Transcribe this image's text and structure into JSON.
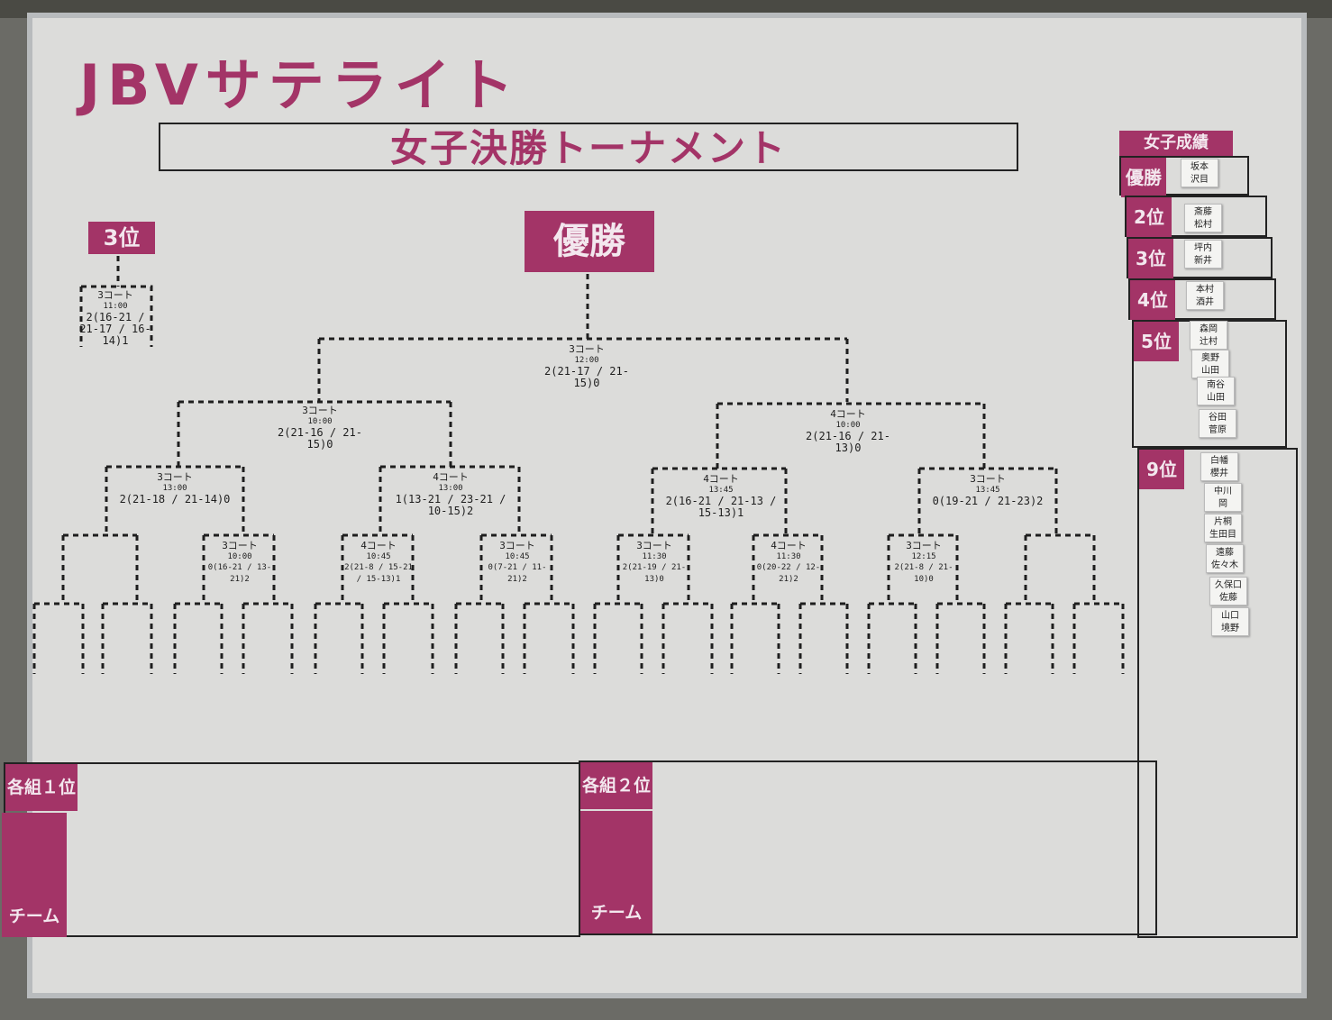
{
  "board": {
    "title": "JBVサテライト",
    "subtitle": "女子決勝トーナメント",
    "champion_label": "優勝",
    "third_place_label": "3位",
    "colors": {
      "accent": "#a33467",
      "board": "#dcdcda",
      "ink": "#1e1e1e"
    }
  },
  "matches": {
    "third_place": {
      "court": "3コート",
      "time": "11:00",
      "score": "2(16-21 / 21-17 / 16-14)1"
    },
    "final": {
      "court": "3コート",
      "time": "12:00",
      "score": "2(21-17 / 21-15)0"
    },
    "semi_left": {
      "court": "3コート",
      "time": "10:00",
      "score": "2(21-16 / 21-15)0"
    },
    "semi_right": {
      "court": "4コート",
      "time": "10:00",
      "score": "2(21-16 / 21-13)0"
    },
    "qf_1": {
      "court": "3コート",
      "time": "13:00",
      "score": "2(21-18 / 21-14)0"
    },
    "qf_2": {
      "court": "4コート",
      "time": "13:00",
      "score": "1(13-21 / 23-21 / 10-15)2"
    },
    "qf_3": {
      "court": "4コート",
      "time": "13:45",
      "score": "2(16-21 / 21-13 / 15-13)1"
    },
    "qf_4": {
      "court": "3コート",
      "time": "13:45",
      "score": "0(19-21 / 21-23)2"
    },
    "r16_2": {
      "court": "3コート",
      "time": "10:00",
      "score": "0(16-21 / 13-21)2"
    },
    "r16_3": {
      "court": "4コート",
      "time": "10:45",
      "score": "2(21-8 / 15-21 / 15-13)1"
    },
    "r16_4": {
      "court": "3コート",
      "time": "10:45",
      "score": "0(7-21 / 11-21)2"
    },
    "r16_5": {
      "court": "3コート",
      "time": "11:30",
      "score": "2(21-19 / 21-13)0"
    },
    "r16_6": {
      "court": "4コート",
      "time": "11:30",
      "score": "0(20-22 / 12-21)2"
    },
    "r16_7": {
      "court": "3コート",
      "time": "12:15",
      "score": "2(21-8 / 21-10)0"
    }
  },
  "results": {
    "header": "女子成績",
    "rows": [
      {
        "label": "優勝",
        "teams": [
          [
            "坂本",
            "沢目"
          ]
        ]
      },
      {
        "label": "2位",
        "teams": [
          [
            "斎藤",
            "松村"
          ]
        ]
      },
      {
        "label": "3位",
        "teams": [
          [
            "坪内",
            "新井"
          ]
        ]
      },
      {
        "label": "4位",
        "teams": [
          [
            "本村",
            "酒井"
          ]
        ]
      },
      {
        "label": "5位",
        "teams": [
          [
            "森岡",
            "辻村"
          ],
          [
            "奥野",
            "山田"
          ],
          [
            "南谷",
            "山田"
          ],
          [
            "谷田",
            "菅原"
          ]
        ]
      },
      {
        "label": "9位",
        "teams": [
          [
            "白幡",
            "櫻井"
          ],
          [
            "中川",
            "岡"
          ],
          [
            "片桐",
            "生田目"
          ],
          [
            "遠藤",
            "佐々木"
          ],
          [
            "久保口",
            "佐藤"
          ],
          [
            "山口",
            "境野"
          ]
        ]
      }
    ]
  },
  "lower": {
    "group1_label": "各組１位",
    "group2_label": "各組２位",
    "team_label": "チーム"
  }
}
